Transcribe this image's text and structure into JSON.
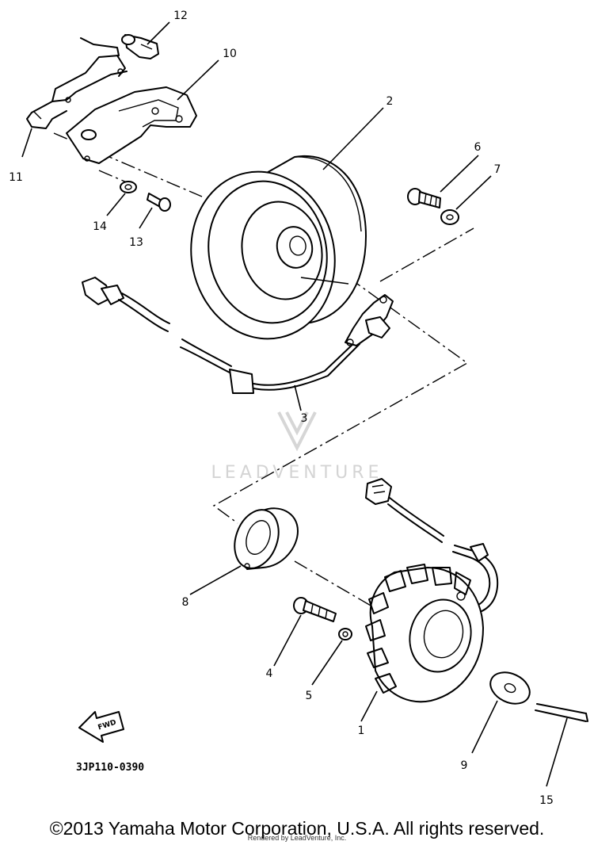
{
  "drawing_code": "3JP110-0390",
  "fwd_label": "FWD",
  "watermark": "LEADVENTURE",
  "copyright": "©2013 Yamaha Motor Corporation, U.S.A. All rights reserved.",
  "rendered_by": "Rendered by LeadVenture, Inc.",
  "callouts": {
    "c1": "1",
    "c2": "2",
    "c3": "3",
    "c4": "4",
    "c5": "5",
    "c6": "6",
    "c7": "7",
    "c8": "8",
    "c9": "9",
    "c10": "10",
    "c11": "11",
    "c12": "12",
    "c13": "13",
    "c14": "14",
    "c15": "15"
  }
}
